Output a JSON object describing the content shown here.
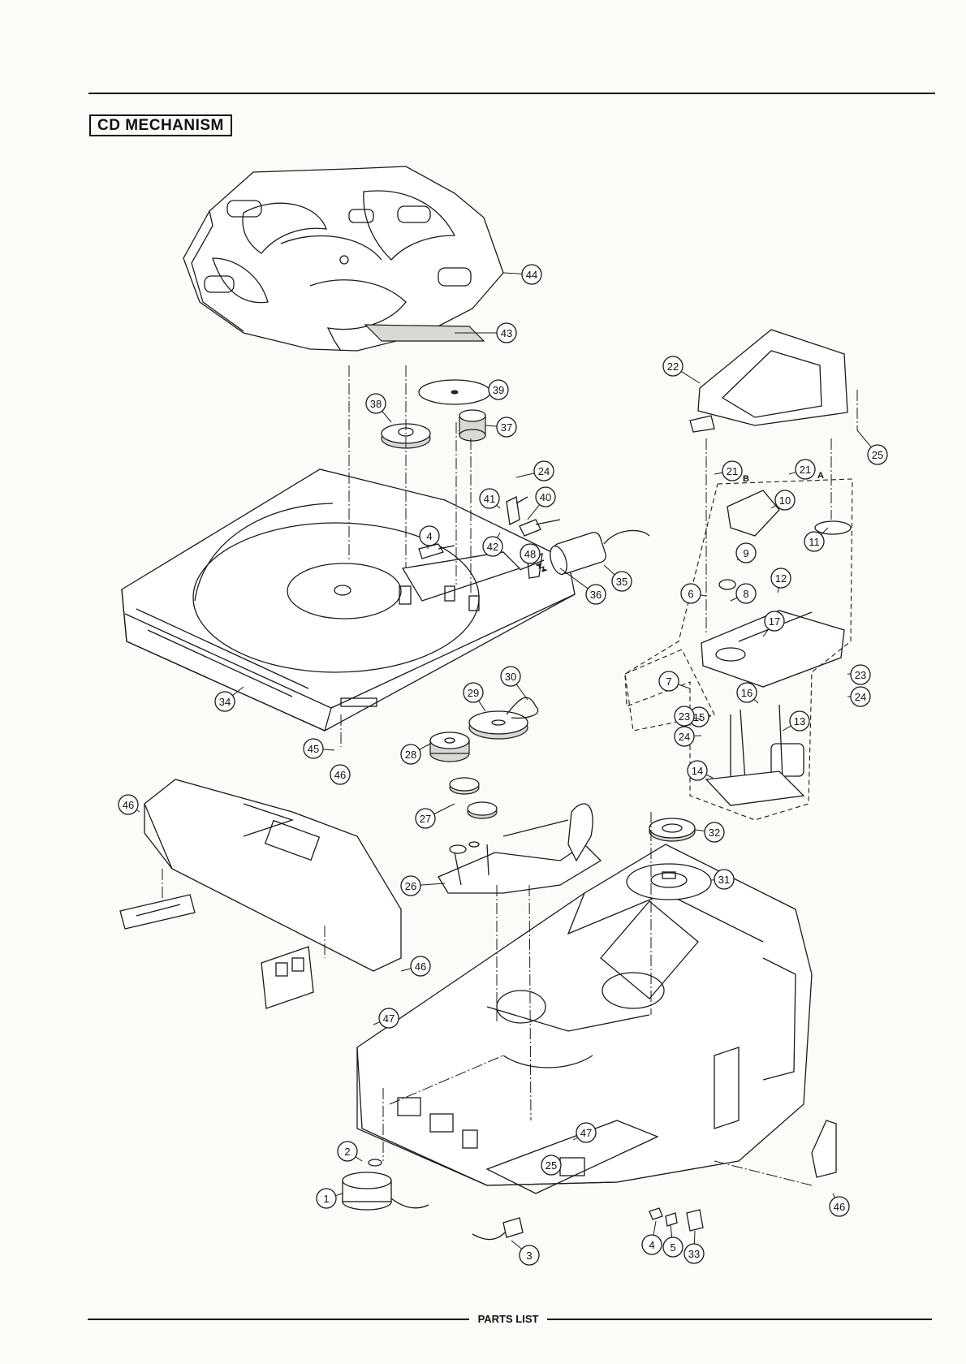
{
  "header": {
    "title": "CD MECHANISM"
  },
  "footer": {
    "label": "PARTS LIST"
  },
  "callouts": [
    {
      "n": "44"
    },
    {
      "n": "43"
    },
    {
      "n": "39"
    },
    {
      "n": "38"
    },
    {
      "n": "37"
    },
    {
      "n": "24"
    },
    {
      "n": "41"
    },
    {
      "n": "40"
    },
    {
      "n": "4"
    },
    {
      "n": "42"
    },
    {
      "n": "48"
    },
    {
      "n": "35"
    },
    {
      "n": "36"
    },
    {
      "n": "34"
    },
    {
      "n": "30"
    },
    {
      "n": "29"
    },
    {
      "n": "28"
    },
    {
      "n": "45"
    },
    {
      "n": "46"
    },
    {
      "n": "27"
    },
    {
      "n": "26"
    },
    {
      "n": "46"
    },
    {
      "n": "46"
    },
    {
      "n": "47"
    },
    {
      "n": "47"
    },
    {
      "n": "25"
    },
    {
      "n": "2"
    },
    {
      "n": "1"
    },
    {
      "n": "3"
    },
    {
      "n": "4"
    },
    {
      "n": "5"
    },
    {
      "n": "33"
    },
    {
      "n": "46"
    },
    {
      "n": "32"
    },
    {
      "n": "31"
    },
    {
      "n": "22"
    },
    {
      "n": "25"
    },
    {
      "n": "21"
    },
    {
      "n": "21"
    },
    {
      "n": "10"
    },
    {
      "n": "11"
    },
    {
      "n": "9"
    },
    {
      "n": "6"
    },
    {
      "n": "8"
    },
    {
      "n": "12"
    },
    {
      "n": "17"
    },
    {
      "n": "7"
    },
    {
      "n": "23"
    },
    {
      "n": "24"
    },
    {
      "n": "15"
    },
    {
      "n": "16"
    },
    {
      "n": "23"
    },
    {
      "n": "24"
    },
    {
      "n": "13"
    },
    {
      "n": "14"
    }
  ],
  "sub_labels": {
    "b": "B",
    "a": "A"
  }
}
